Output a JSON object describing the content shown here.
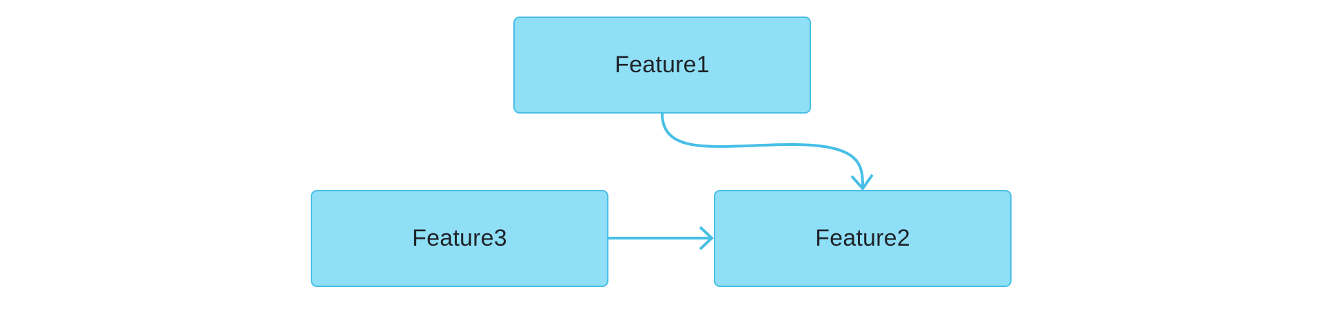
{
  "diagram": {
    "nodes": [
      {
        "id": "feature1",
        "label": "Feature1"
      },
      {
        "id": "feature2",
        "label": "Feature2"
      },
      {
        "id": "feature3",
        "label": "Feature3"
      }
    ],
    "edges": [
      {
        "from": "Feature1",
        "to": "Feature2"
      },
      {
        "from": "Feature3",
        "to": "Feature2"
      }
    ]
  },
  "colors": {
    "node_fill": "#8fdff6",
    "node_border": "#47bfe6",
    "edge": "#47bfe6",
    "text": "#1f2328"
  }
}
